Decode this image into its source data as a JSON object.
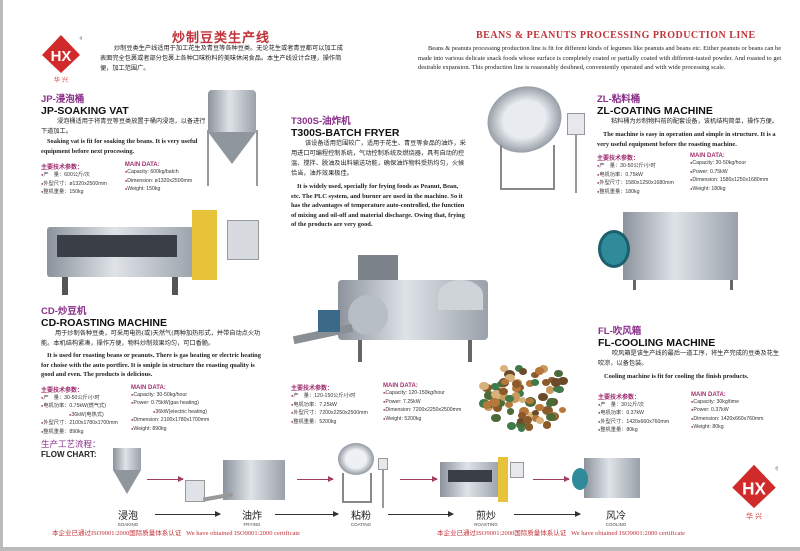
{
  "brand": {
    "logo_text": "HX",
    "logo_sub": "华 兴",
    "registered": "®"
  },
  "header": {
    "cn_title": "炒制豆类生产线",
    "cn_intro": "炒制豆类生产线适用于加工花生及青豆等各种豆类。无论花生或者青豆都可以加工成表面完全包裹或者部分包裹上各种口味粉料的美味休闲食品。本生产线设计合理，操作简便，加工范围广。",
    "en_title": "BEANS & PEANUTS PROCESSING PRODUCTION LINE",
    "en_intro": "Beans & peanuts processing production line is fit for different kinds of legumes like peanuts and beans etc. Either peanuts or beans can be made into various delicate snack foods whose surface is completely coated or partially coated with different-tasted powder. And roasted to get desirable expansion. This production line is reasonably desibned, conveniently operated and with wide processing scale."
  },
  "machines": {
    "jp": {
      "cn_name": "JP-浸泡桶",
      "en_name": "JP-SOAKING VAT",
      "cn_desc": "浸泡桶适用于将青豆等豆类放置于桶内浸泡，以备进行下道加工。",
      "en_desc": "Soaking vat is fit for soaking the beans. It is very useful equipment before next processing.",
      "cn_data_title": "主要技术参数：",
      "cn_data": [
        "产　量：600公斤/次",
        "外型尺寸：ø1320x2500mm",
        "整机重量：150kg"
      ],
      "en_data_title": "MAIN DATA:",
      "en_data": [
        "Capacity: 600kg/batch",
        "Dimension: ø1320x2500mm",
        "Weight: 150kg"
      ]
    },
    "t300s": {
      "cn_name": "T300S-油炸机",
      "en_name": "T300S-BATCH FRYER",
      "cn_desc": "该设备适用范围较广，适用于花生、青豆等食品的油炸，采用进口可编程控制系统，气动控制系统及燃烧器，具有自动的控温、搅拌、脱油及出料输送功能，确保油炸物料受热均匀，火候恰当，油炸效果极佳。",
      "en_desc": "It is widely used, specially for frying foods as Peanut, Bean, etc. The PLC system, and burner are used in the machine. So it has the advantages of temperature auto-controlled, the function of mixing and oil-off and material discharge. Owing that, frying of the products are very good.",
      "cn_data_title": "主要技术参数：",
      "cn_data": [
        "产　量：120-150公斤/小时",
        "电机功率：7.25kW",
        "外型尺寸：7200x2250x2500mm",
        "整机重量：5200kg"
      ],
      "en_data_title": "MAIN DATA:",
      "en_data": [
        "Capacity: 120-150kg/hour",
        "Power: 7.25kW",
        "Dimension: 7200x2250x2500mm",
        "Weight: 5200kg"
      ]
    },
    "zl": {
      "cn_name": "ZL-粘料桶",
      "en_name": "ZL-COATING MACHINE",
      "cn_desc": "粘料桶为炒制物料前的配套设备，该机结构简单，操作方便。",
      "en_desc": "The machine is easy in operation and simple in structure. It is a very useful equipment before the roasting machine.",
      "cn_data_title": "主要技术参数：",
      "cn_data": [
        "产　量：30-50公斤/小时",
        "电机功率：0.75kW",
        "外型尺寸：1580x1250x1680mm",
        "整机重量：180kg"
      ],
      "en_data_title": "MAIN DATA:",
      "en_data": [
        "Capacity: 30-50kg/hour",
        "Power: 0.75kW",
        "Dimension: 1580x1250x1680mm",
        "Weight: 180kg"
      ]
    },
    "cd": {
      "cn_name": "CD-炒豆机",
      "en_name": "CD-ROASTING MACHINE",
      "cn_desc": "用于炒制各种豆类，可采用电热(或)天然气(两种加热形式，并带自动点火功能。本机结构紧凑，操作方便，物料炒制效果均匀，可口香脆。",
      "en_desc": "It is used for roasting beans or peanuts. There is gas heating or electric heating for choise with the auto portfire. It is smiple in structure the roasting quality is good and even. The products is delicious.",
      "cn_data_title": "主要技术参数：",
      "cn_data": [
        "产　量：30-50公斤/小时",
        "电机功率：0.75kW(燃气式)",
        "36kW(电热式)",
        "外型尺寸：2100x1780x1700mm",
        "整机重量：890kg"
      ],
      "en_data_title": "MAIN DATA:",
      "en_data": [
        "Capacity: 30-50kg/hour",
        "Power: 0.75kW(gas heating)",
        "36kW(electric heating)",
        "Dimension: 2100x1780x1700mm",
        "Weight: 890kg"
      ]
    },
    "fl": {
      "cn_name": "FL-吹风箱",
      "en_name": "FL-COOLING MACHINE",
      "cn_desc": "吹风箱是该生产线的最后一道工序，将生产完成的豆类及花生吹凉，以备包装。",
      "en_desc": "Cooling machine is fit for cooling the finish products.",
      "cn_data_title": "主要技术参数：",
      "cn_data": [
        "产　量：30公斤/次",
        "电机功率：0.37kW",
        "外型尺寸：1420x660x760mm",
        "整机重量：80kg"
      ],
      "en_data_title": "MAIN DATA:",
      "en_data": [
        "Capacity: 30kg/time",
        "Power: 0.37kW",
        "Dimension: 1420x660x760mm",
        "Weight: 80kg"
      ]
    }
  },
  "flow": {
    "cn_title": "生产工艺流程：",
    "en_title": "FLOW CHART:",
    "steps": [
      {
        "cn": "浸泡",
        "en": "SOAKING"
      },
      {
        "cn": "油炸",
        "en": "FRYING"
      },
      {
        "cn": "粘粉",
        "en": "COATING"
      },
      {
        "cn": "煎炒",
        "en": "ROASTING"
      },
      {
        "cn": "风冷",
        "en": "COOLING"
      }
    ],
    "iso_cn": "本企业已通过ISO9001:2000国际质量体系认证",
    "iso_en": "We have obtained ISO9001:2000 certificate"
  }
}
